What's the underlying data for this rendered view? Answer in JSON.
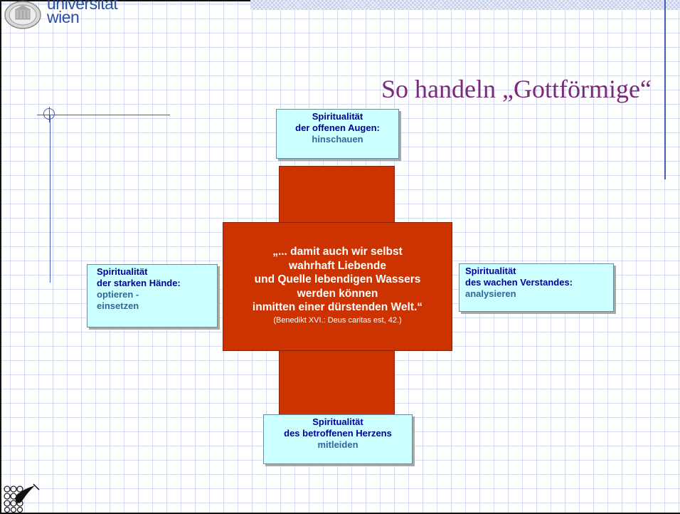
{
  "logo": {
    "line1": "universität",
    "line2": "wien",
    "seal_icon": "university-seal-icon"
  },
  "title": "So handeln „Gottförmige“",
  "cross": {
    "color": "#cc3300",
    "lines": [
      "„... damit auch wir selbst",
      "wahrhaft Liebende",
      "und Quelle lebendigen Wassers",
      "werden können",
      "inmitten einer dürstenden Welt.“"
    ],
    "citation": "(Benedikt XVI.: Deus caritas est, 42.)"
  },
  "boxes": {
    "top": {
      "line1": "Spiritualität",
      "line2": "der offenen Augen:",
      "line3": "hinschauen"
    },
    "left": {
      "line1": "Spiritualität",
      "line2": "der starken Hände:",
      "line3": "optieren -",
      "line4": "einsetzen"
    },
    "right": {
      "line1": "Spiritualität",
      "line2": "des wachen Verstandes:",
      "line3": " analysieren"
    },
    "bottom": {
      "line1": "Spiritualität",
      "line2": "des betroffenen Herzens",
      "line3": "mitleiden"
    }
  },
  "colors": {
    "box_fill": "#ccffff",
    "box_heading": "#000099",
    "box_action": "#336699",
    "title": "#7a2a7a",
    "guide_lines": "#3f5fb7"
  },
  "footer": {
    "icon": "slide-logo-icon"
  }
}
